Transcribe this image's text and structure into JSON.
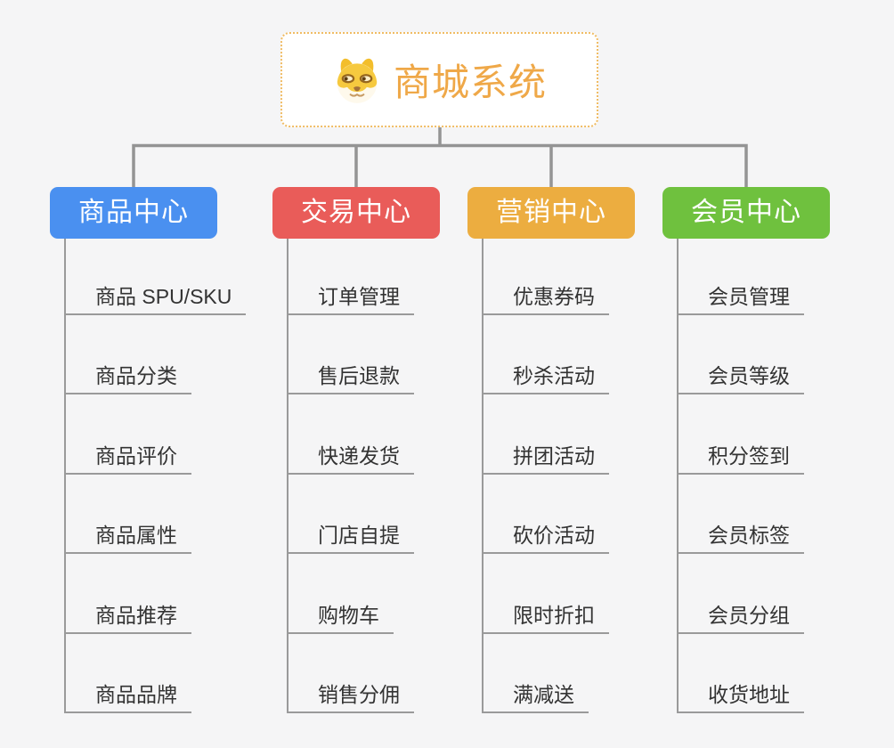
{
  "root": {
    "title": "商城系统",
    "icon": "doge-icon",
    "title_color": "#EFA848",
    "border_color": "#F0BC64"
  },
  "colors": {
    "background": "#F5F5F6",
    "connector": "#949494",
    "leaf_line": "#9A9A9A",
    "leaf_text": "#333333"
  },
  "branches": [
    {
      "label": "商品中心",
      "color": "#4A90F0",
      "children": [
        "商品 SPU/SKU",
        "商品分类",
        "商品评价",
        "商品属性",
        "商品推荐",
        "商品品牌"
      ]
    },
    {
      "label": "交易中心",
      "color": "#E95C59",
      "children": [
        "订单管理",
        "售后退款",
        "快递发货",
        "门店自提",
        "购物车",
        "销售分佣"
      ]
    },
    {
      "label": "营销中心",
      "color": "#ECAD40",
      "children": [
        "优惠券码",
        "秒杀活动",
        "拼团活动",
        "砍价活动",
        "限时折扣",
        "满减送"
      ]
    },
    {
      "label": "会员中心",
      "color": "#6FC13E",
      "children": [
        "会员管理",
        "会员等级",
        "积分签到",
        "会员标签",
        "会员分组",
        "收货地址"
      ]
    }
  ]
}
